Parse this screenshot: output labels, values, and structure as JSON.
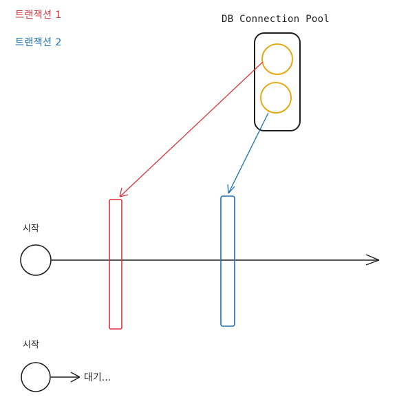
{
  "legend": {
    "transaction_1": "트랜잭션 1",
    "transaction_2": "트랜잭션 2"
  },
  "pool": {
    "title": "DB Connection Pool",
    "connection_count": 2
  },
  "timeline_1": {
    "start_label": "시작"
  },
  "timeline_2": {
    "start_label": "시작",
    "waiting_label": "대기..."
  },
  "colors": {
    "transaction_1": "#d9333a",
    "transaction_2": "#1a6fb5",
    "connection": "#e8a200",
    "ink": "#1e1e1e"
  }
}
